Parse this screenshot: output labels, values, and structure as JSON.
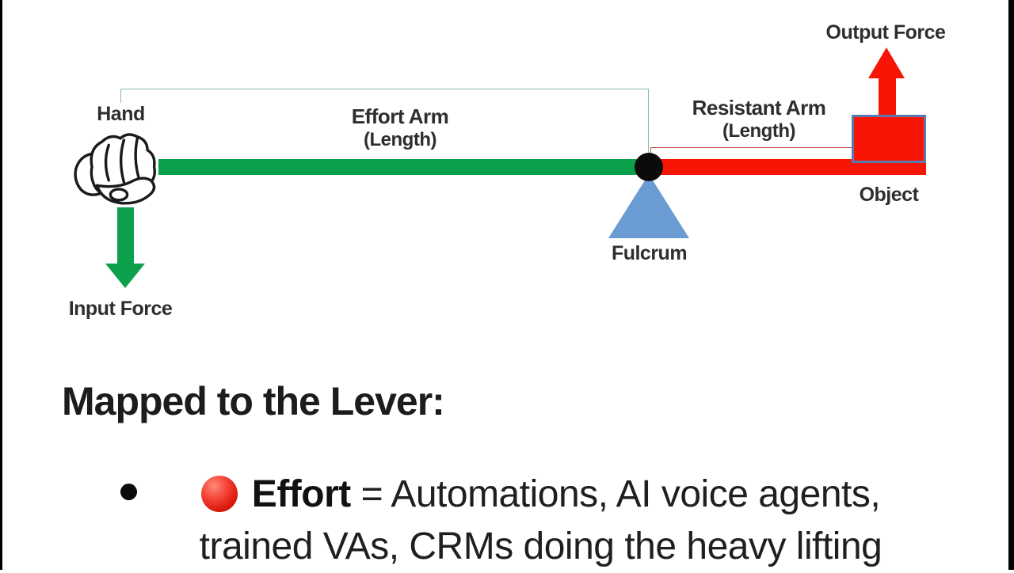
{
  "colors": {
    "lever_green": "#0ca04d",
    "lever_red": "#f91505",
    "fulcrum_blue": "#6a9bd3",
    "object_border_blue": "#5c7ab2",
    "bracket_green": "#86bd9c",
    "bracket_red": "#bf4545",
    "label_text": "#2e2e2e",
    "body_text": "#1f1f1f",
    "edge_bar": "#000000"
  },
  "diagram": {
    "hand_label": "Hand",
    "input_force_label": "Input Force",
    "effort_arm": {
      "title": "Effort Arm",
      "subtitle": "(Length)"
    },
    "fulcrum_label": "Fulcrum",
    "resistant_arm": {
      "title": "Resistant Arm",
      "subtitle": "(Length)"
    },
    "output_force_label": "Output Force",
    "object_label": "Object"
  },
  "mapped": {
    "heading": "Mapped to the Lever:",
    "bullet": {
      "bold_label": "Effort",
      "line1_rest": " = Automations, AI voice agents,",
      "line2": "trained VAs, CRMs doing the heavy lifting"
    }
  }
}
